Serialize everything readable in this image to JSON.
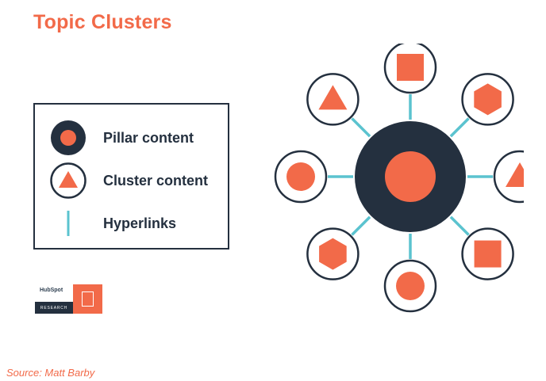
{
  "title": "Topic Clusters",
  "legend": {
    "items": [
      {
        "icon": "pillar-icon",
        "label": "Pillar content"
      },
      {
        "icon": "cluster-icon",
        "label": "Cluster content"
      },
      {
        "icon": "hyperlink-icon",
        "label": "Hyperlinks"
      }
    ]
  },
  "diagram": {
    "hub": {
      "name": "pillar",
      "inner_shape": "circle"
    },
    "spokes": [
      {
        "shape": "square"
      },
      {
        "shape": "hexagon"
      },
      {
        "shape": "triangle"
      },
      {
        "shape": "square"
      },
      {
        "shape": "circle"
      },
      {
        "shape": "hexagon"
      },
      {
        "shape": "circle"
      },
      {
        "shape": "triangle"
      }
    ]
  },
  "branding": {
    "logo": "HubSpot",
    "research_label": "RESEARCH"
  },
  "colors": {
    "accent": "#f26a49",
    "dark": "#24303f",
    "link": "#5bc3cf"
  },
  "source": "Source: Matt Barby"
}
